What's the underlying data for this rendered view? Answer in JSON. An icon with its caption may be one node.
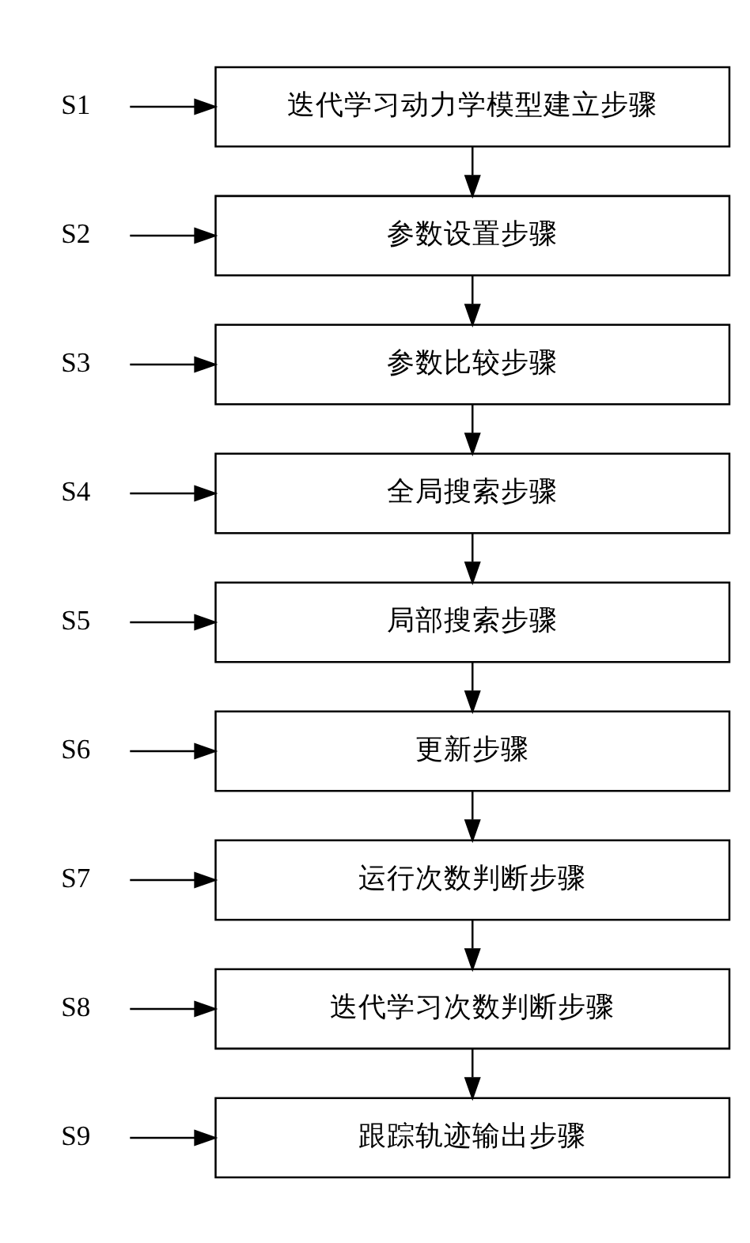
{
  "diagram": {
    "nodes": [
      {
        "text": [
          "迭代学习动力学模型建立步骤"
        ]
      },
      {
        "text": [
          "S1"
        ]
      },
      {
        "text": [
          "参数设置步骤"
        ]
      },
      {
        "text": [
          "S2"
        ]
      },
      {
        "text": [
          "参数比较步骤"
        ]
      },
      {
        "text": [
          "S3"
        ]
      },
      {
        "text": [
          "全局搜索步骤"
        ]
      },
      {
        "text": [
          "S4"
        ]
      },
      {
        "text": [
          "局部搜索步骤"
        ]
      },
      {
        "text": [
          "S5"
        ]
      },
      {
        "text": [
          "更新步骤"
        ]
      },
      {
        "text": [
          "S6"
        ]
      },
      {
        "text": [
          "运行次数判断步骤"
        ]
      },
      {
        "text": [
          "S7"
        ]
      },
      {
        "text": [
          "迭代学习次数判断步骤"
        ]
      },
      {
        "text": [
          "S8"
        ]
      },
      {
        "text": [
          "跟踪轨迹输出步骤"
        ]
      },
      {
        "text": [
          "S9"
        ]
      }
    ],
    "edges": [
      {
        "from": 0,
        "to": 2,
        "arrow": "to"
      },
      {
        "from": 2,
        "to": 4,
        "arrow": "to"
      },
      {
        "from": 4,
        "to": 6,
        "arrow": "to"
      },
      {
        "from": 6,
        "to": 8,
        "arrow": "to"
      },
      {
        "from": 8,
        "to": 10,
        "arrow": "to"
      },
      {
        "from": 10,
        "to": 12,
        "arrow": "to"
      },
      {
        "from": 12,
        "to": 14,
        "arrow": "to"
      },
      {
        "from": 14,
        "to": 16,
        "arrow": "to"
      },
      {
        "from": 1,
        "to": 0,
        "arrow": "to"
      },
      {
        "from": 3,
        "to": 2,
        "arrow": "to"
      },
      {
        "from": 5,
        "to": 4,
        "arrow": "to"
      },
      {
        "from": 7,
        "to": 6,
        "arrow": "to"
      },
      {
        "from": 9,
        "to": 8,
        "arrow": "to"
      },
      {
        "from": 11,
        "to": 10,
        "arrow": "to"
      },
      {
        "from": 13,
        "to": 12,
        "arrow": "to"
      },
      {
        "from": 15,
        "to": 14,
        "arrow": "to"
      },
      {
        "from": 17,
        "to": 16,
        "arrow": "to"
      }
    ]
  }
}
